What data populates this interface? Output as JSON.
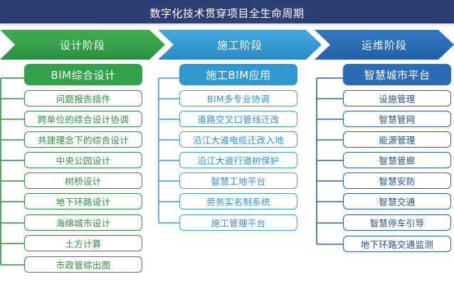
{
  "header": {
    "title": "数字化技术贯穿项目全生命周期",
    "bar_color": "#2e3f73"
  },
  "stages": [
    {
      "label": "设计阶段",
      "color": "#33a14a"
    },
    {
      "label": "施工阶段",
      "color": "#3498d0"
    },
    {
      "label": "运维阶段",
      "color": "#2b6cb5"
    }
  ],
  "columns": [
    {
      "head": "BIM综合设计",
      "color": "#33a14a",
      "items": [
        "问题报告插件",
        "跨单位的综合设计协调",
        "共建理念下的综合设计",
        "中央公园设计",
        "树桥设计",
        "地下环路设计",
        "海绵城市设计",
        "土方计算",
        "市政管综出图"
      ]
    },
    {
      "head": "施工BIM应用",
      "color": "#3498d0",
      "items": [
        "BIM多专业协调",
        "道路交叉口管线迁改",
        "沿江大道电缆迁改入地",
        "沿江大道行道树保护",
        "智慧工地平台",
        "劳务实名制系统",
        "施工管理平台"
      ]
    },
    {
      "head": "智慧城市平台",
      "color": "#2b6cb5",
      "items": [
        "设施管理",
        "智慧管网",
        "能源管理",
        "智慧管廊",
        "智慧安防",
        "智慧交通",
        "智慧停车引导",
        "地下环路交通监测"
      ]
    }
  ]
}
